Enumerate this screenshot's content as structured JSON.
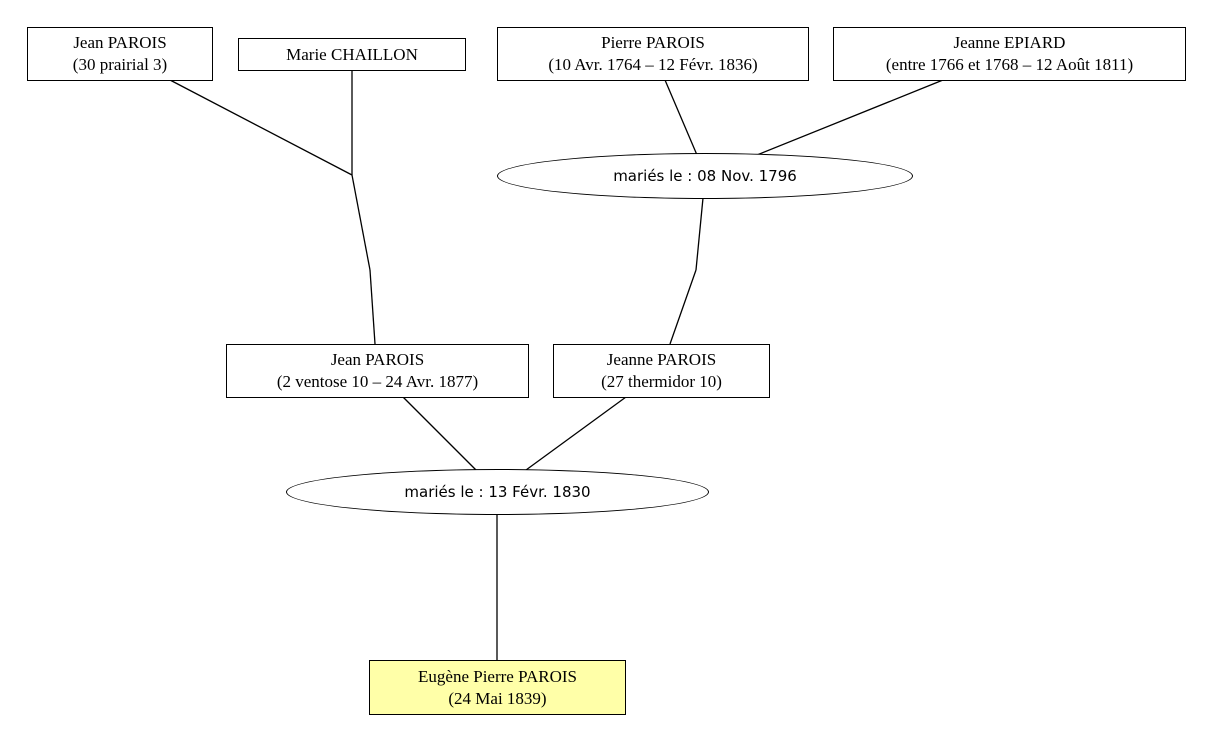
{
  "persons": {
    "jean_parois_gf": {
      "name": "Jean PAROIS",
      "dates": "(30 prairial 3)"
    },
    "marie_chaillon": {
      "name": "Marie CHAILLON"
    },
    "pierre_parois": {
      "name": "Pierre PAROIS",
      "dates": "(10 Avr. 1764 – 12 Févr. 1836)"
    },
    "jeanne_epiard": {
      "name": "Jeanne EPIARD",
      "dates": "(entre 1766 et 1768 – 12 Août 1811)"
    },
    "jean_parois_father": {
      "name": "Jean PAROIS",
      "dates": "(2 ventose 10 – 24 Avr. 1877)"
    },
    "jeanne_parois": {
      "name": "Jeanne PAROIS",
      "dates": "(27 thermidor 10)"
    },
    "eugene_parois": {
      "name": "Eugène Pierre PAROIS",
      "dates": "(24 Mai 1839)"
    }
  },
  "unions": {
    "pierre_jeanne": "mariés le : 08 Nov. 1796",
    "jean_jeanne": "mariés le : 13 Févr. 1830"
  },
  "colors": {
    "highlight": "#ffffa8",
    "line": "#000000"
  }
}
